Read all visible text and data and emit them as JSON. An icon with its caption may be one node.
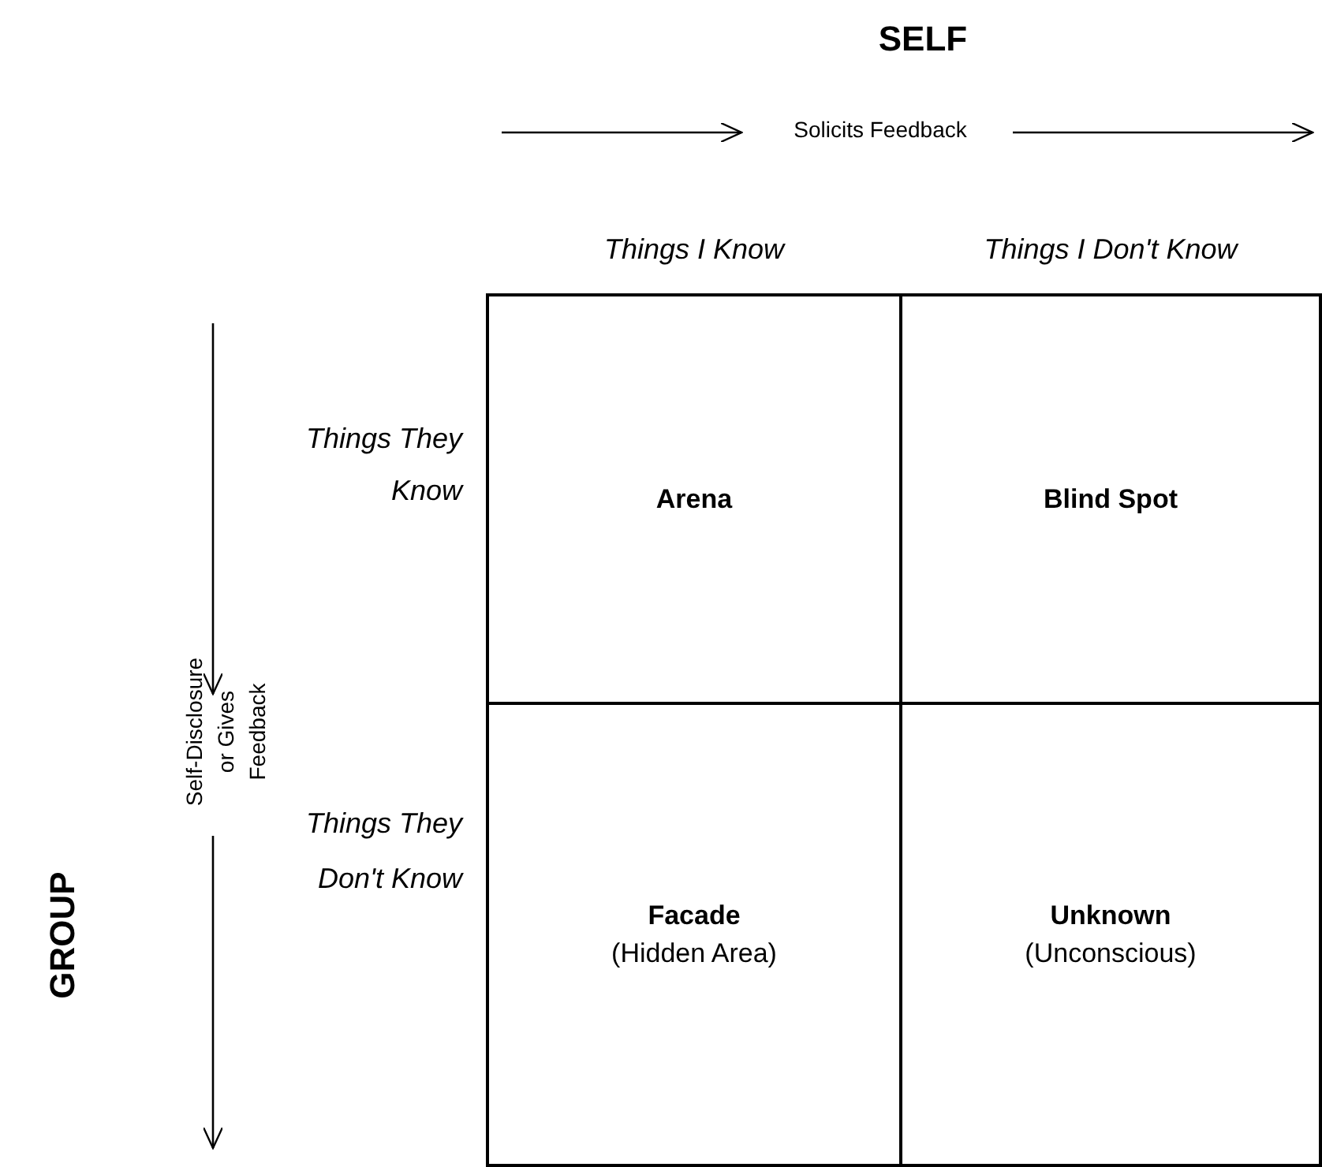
{
  "diagram": {
    "nodes": [
      {
        "text": [
          "Arena"
        ]
      },
      {
        "text": [
          "Blind Spot"
        ]
      },
      {
        "text": [
          "Facade",
          "(Hidden Area)"
        ]
      },
      {
        "text": [
          "Unknown",
          "(Unconscious)"
        ]
      }
    ],
    "labels": [
      "SELF",
      "Solicits Feedback",
      "Things I Know",
      "Things I Don't Know",
      "Things They Know",
      "GROUP",
      "Self-Disclosure or Gives Feedback",
      "Things They Don't Know"
    ]
  }
}
